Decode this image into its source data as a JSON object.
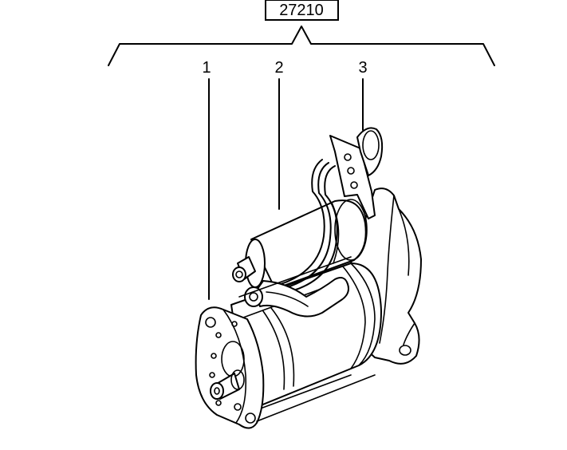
{
  "assembly": {
    "part_number": "27210"
  },
  "callouts": [
    {
      "label": "1"
    },
    {
      "label": "2"
    },
    {
      "label": "3"
    }
  ]
}
